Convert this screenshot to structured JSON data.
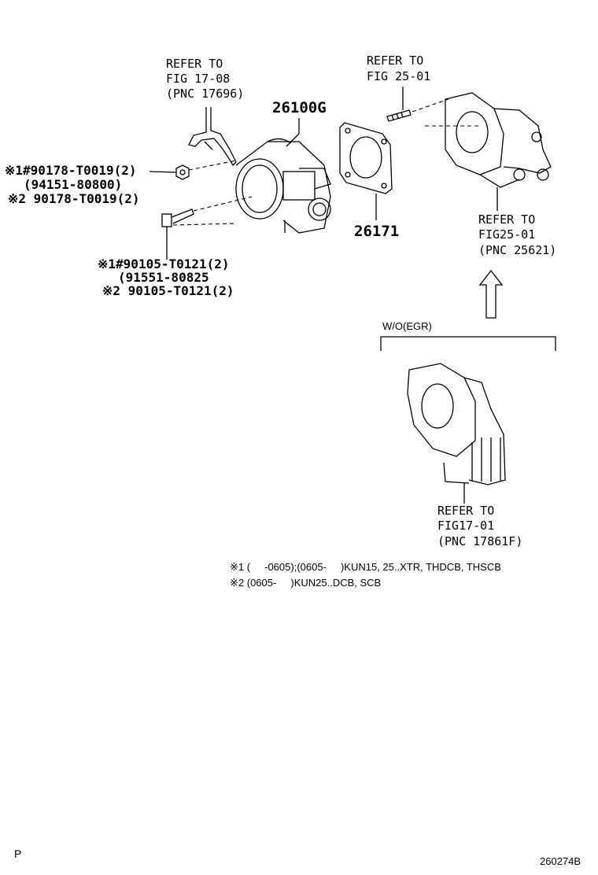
{
  "refs": {
    "fig_17_08": [
      "REFER TO",
      "FIG 17-08",
      "(PNC 17696)"
    ],
    "fig_25_01_top": [
      "REFER TO",
      "FIG 25-01"
    ],
    "fig_25_01_right": [
      "REFER TO",
      "FIG25-01",
      "(PNC 25621)"
    ],
    "fig_17_01": [
      "REFER TO",
      "FIG17-01",
      "(PNC 17861F)"
    ]
  },
  "parts": {
    "throttle_body": "26100G",
    "gasket": "26171",
    "nut": [
      "※1#90178-T0019(2)",
      "(94151-80800)",
      "※2 90178-T0019(2)"
    ],
    "bolt": [
      "※1#90105-T0121(2)",
      "(91551-80825",
      "※2 90105-T0121(2)"
    ]
  },
  "variant_label": "W/O(EGR)",
  "notes": [
    "※1 (     -0605);(0605-     )KUN15, 25..XTR, THDCB, THSCB",
    "※2 (0605-     )KUN25..DCB, SCB"
  ],
  "footer": {
    "left": "P",
    "right": "260274B"
  }
}
